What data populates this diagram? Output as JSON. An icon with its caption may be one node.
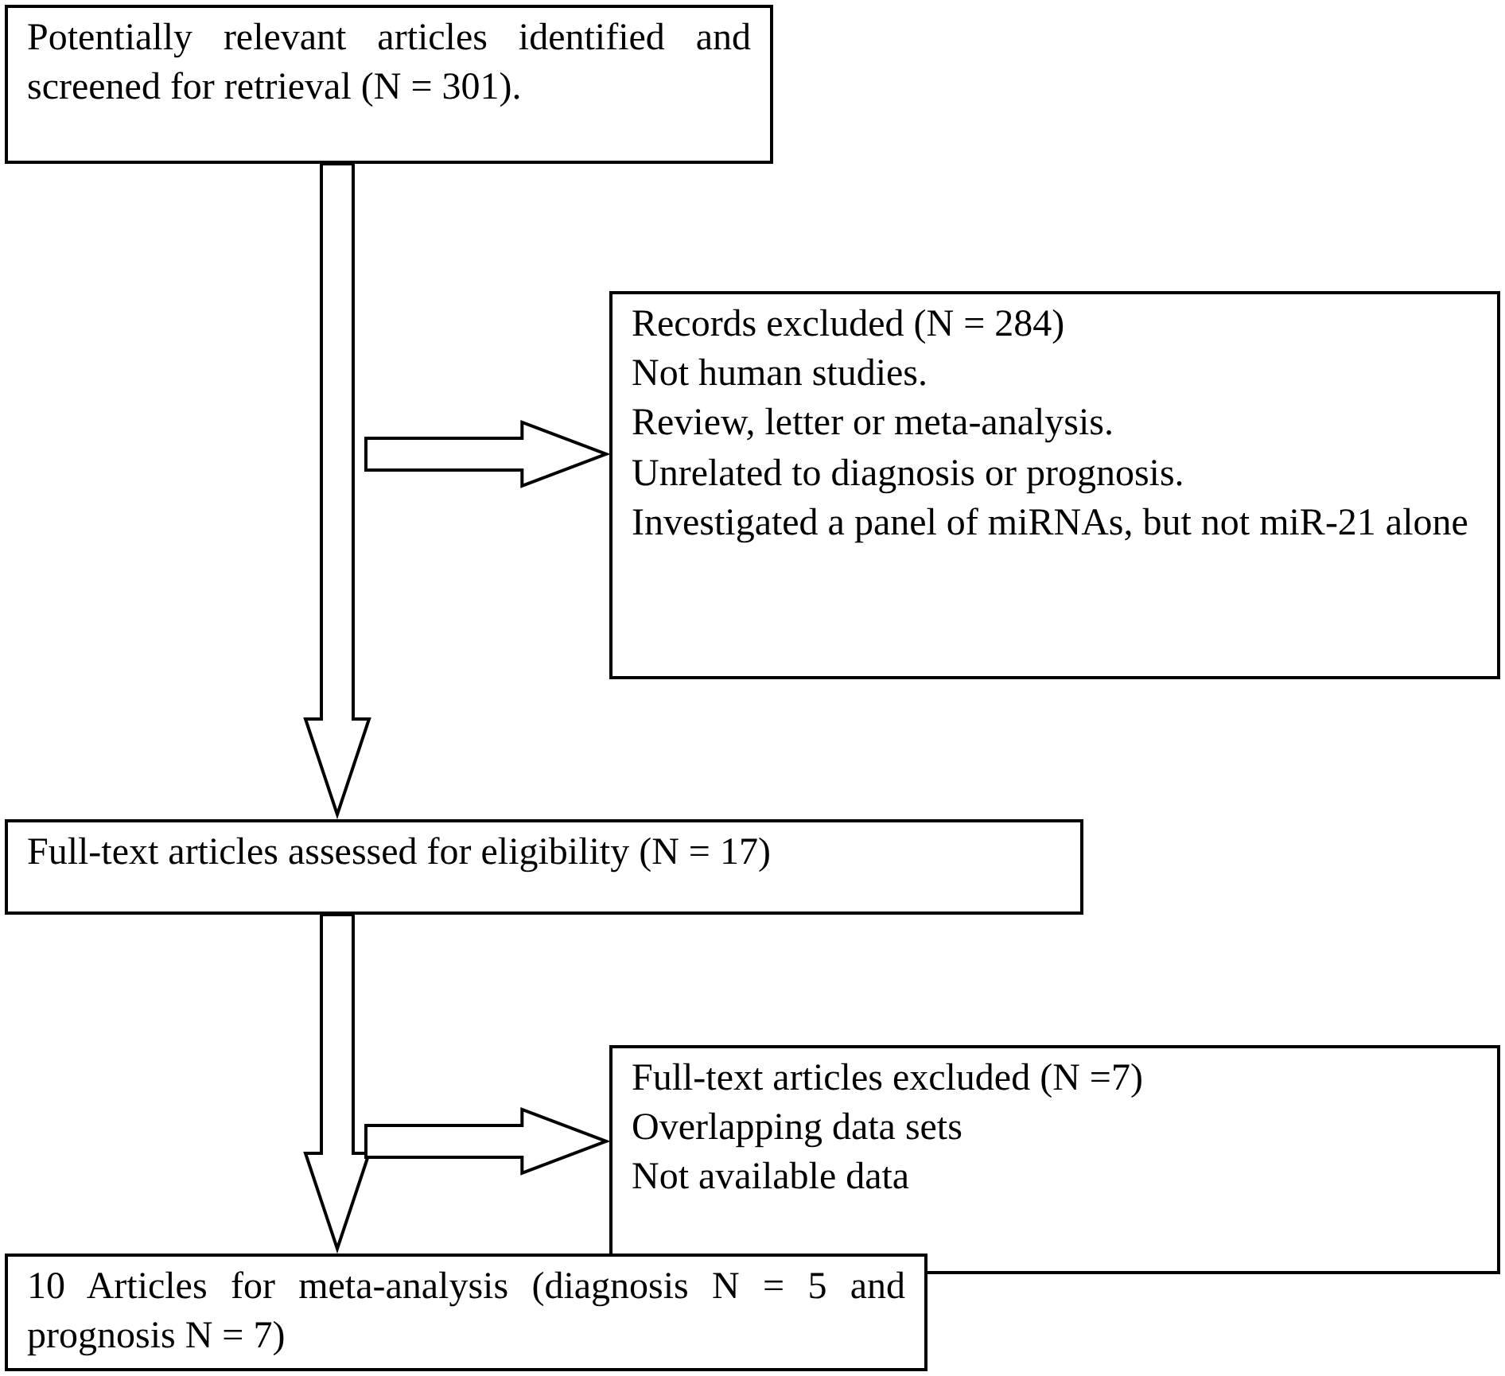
{
  "diagram": {
    "nodes": [
      {
        "text": [
          "Potentially relevant articles identified and screened for retrieval (N = 301)."
        ]
      },
      {
        "text": [
          "Records excluded (N = 284)",
          "Not human studies.",
          "Review, letter or meta-analysis.",
          "Unrelated to diagnosis or prognosis.",
          "Investigated a panel of miRNAs, but not miR-21 alone"
        ]
      },
      {
        "text": [
          "Full-text articles assessed for eligibility (N = 17)"
        ]
      },
      {
        "text": [
          "Full-text articles excluded (N =7)",
          "Overlapping data sets",
          "Not available data"
        ]
      },
      {
        "text": [
          "10 Articles for meta-analysis (diagnosis N = 5 and prognosis N = 7)"
        ]
      }
    ],
    "edges": [
      {
        "from": 0,
        "to": 2,
        "arrow": "to"
      },
      {
        "from": null,
        "to": 1,
        "arrow": "to"
      },
      {
        "from": 2,
        "to": 4,
        "arrow": "to"
      },
      {
        "from": null,
        "to": 3,
        "arrow": "to"
      }
    ]
  }
}
